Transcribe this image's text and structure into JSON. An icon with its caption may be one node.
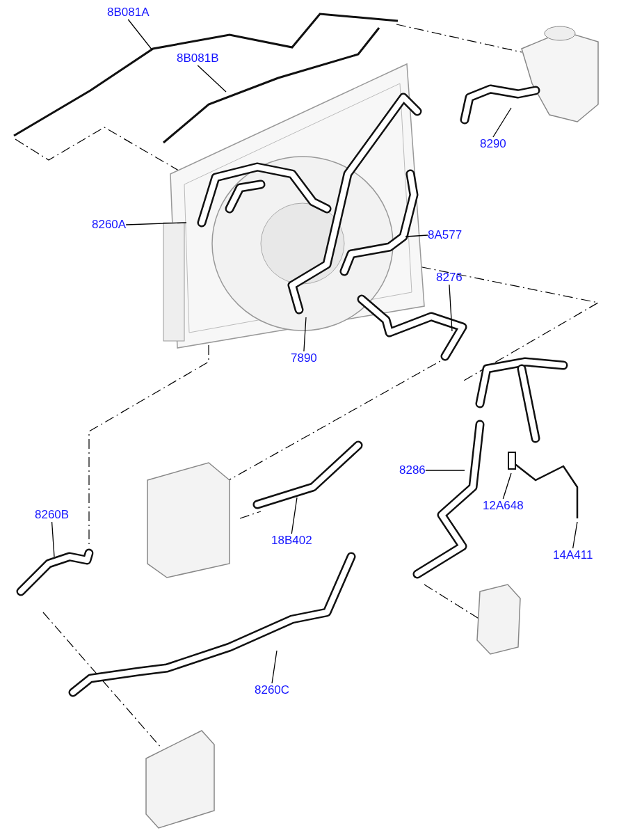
{
  "diagram": {
    "nodes": [
      {
        "text": [
          "8B081A"
        ]
      },
      {
        "text": [
          "8B081B"
        ]
      },
      {
        "text": [
          "8290"
        ]
      },
      {
        "text": [
          "8260A"
        ]
      },
      {
        "text": [
          "8A577"
        ]
      },
      {
        "text": [
          "8276"
        ]
      },
      {
        "text": [
          "7890"
        ]
      },
      {
        "text": [
          "8286"
        ]
      },
      {
        "text": [
          "12A648"
        ]
      },
      {
        "text": [
          "14A411"
        ]
      },
      {
        "text": [
          "8260B"
        ]
      },
      {
        "text": [
          "18B402"
        ]
      },
      {
        "text": [
          "8260C"
        ]
      }
    ],
    "edges": [
      {
        "from": 0,
        "to": null,
        "arrow": "none"
      },
      {
        "from": 1,
        "to": null,
        "arrow": "none"
      },
      {
        "from": 2,
        "to": null,
        "arrow": "none"
      },
      {
        "from": 3,
        "to": null,
        "arrow": "none"
      },
      {
        "from": 4,
        "to": null,
        "arrow": "none"
      },
      {
        "from": 5,
        "to": null,
        "arrow": "none"
      },
      {
        "from": 6,
        "to": null,
        "arrow": "none"
      },
      {
        "from": 7,
        "to": null,
        "arrow": "none"
      },
      {
        "from": 8,
        "to": null,
        "arrow": "none"
      },
      {
        "from": 9,
        "to": null,
        "arrow": "none"
      },
      {
        "from": 10,
        "to": null,
        "arrow": "none"
      },
      {
        "from": 11,
        "to": null,
        "arrow": "none"
      },
      {
        "from": 12,
        "to": null,
        "arrow": "none"
      }
    ]
  }
}
